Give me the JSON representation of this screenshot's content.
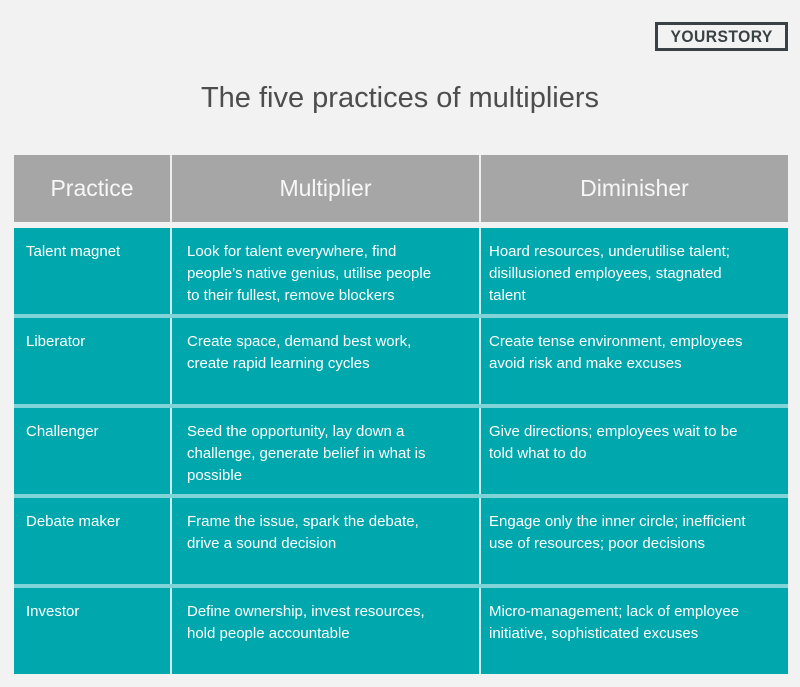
{
  "logo": {
    "text": "YOURSTORY"
  },
  "colors": {
    "background": "#f2f2f2",
    "header_bg": "#a6a6a6",
    "row_bg": "#00a7ad",
    "title_text": "#4d4d4d",
    "logo_color": "#3a4144",
    "cell_text": "#ffffff"
  },
  "chart_data": {
    "type": "table",
    "title": "The five practices of multipliers",
    "columns": [
      "Practice",
      "Multiplier",
      "Diminisher"
    ],
    "rows": [
      {
        "practice": "Talent magnet",
        "multiplier": "Look for talent everywhere, find people’s native genius, utilise people to their fullest, remove blockers",
        "diminisher": "Hoard resources, underutilise talent; disillusioned employees, stagnated talent"
      },
      {
        "practice": "Liberator",
        "multiplier": "Create space, demand best work, create rapid learning cycles",
        "diminisher": "Create tense environment, employees avoid risk and make excuses"
      },
      {
        "practice": "Challenger",
        "multiplier": "Seed the opportunity, lay down a challenge, generate belief in what is possible",
        "diminisher": "Give directions; employees wait to be told what to do"
      },
      {
        "practice": "Debate maker",
        "multiplier": "Frame the issue, spark the debate, drive a sound decision",
        "diminisher": "Engage only the inner circle; inefficient use of resources; poor decisions"
      },
      {
        "practice": "Investor",
        "multiplier": "Define ownership, invest resources, hold people accountable",
        "diminisher": "Micro-management; lack of employee initiative, sophisticated excuses"
      }
    ]
  }
}
